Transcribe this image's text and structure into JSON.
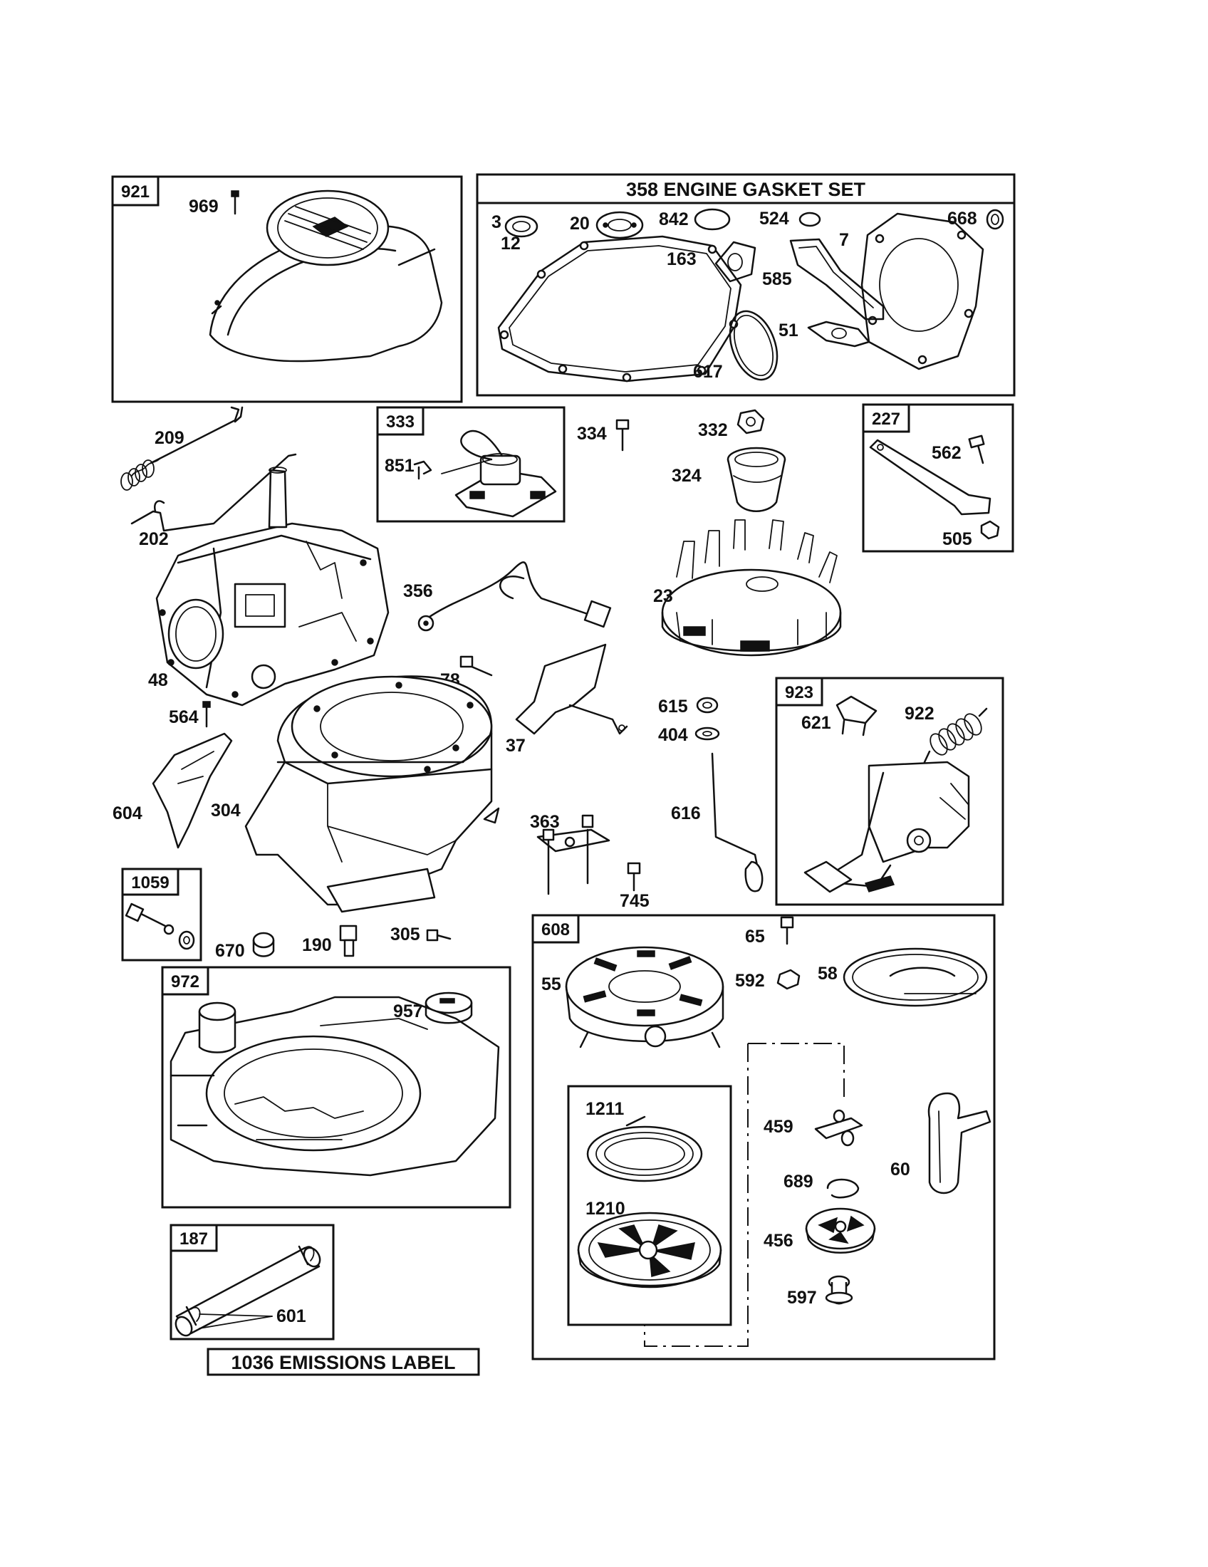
{
  "titles": {
    "gasket_set": "358 ENGINE GASKET SET",
    "emissions_label": "1036 EMISSIONS LABEL"
  },
  "group_boxes": [
    "921",
    "333",
    "227",
    "923",
    "1059",
    "972",
    "608",
    "187"
  ],
  "part_labels": [
    "969",
    "3",
    "20",
    "842",
    "524",
    "668",
    "12",
    "163",
    "7",
    "585",
    "51",
    "617",
    "209",
    "202",
    "851",
    "334",
    "332",
    "324",
    "562",
    "505",
    "356",
    "23",
    "48",
    "78",
    "564",
    "37",
    "615",
    "404",
    "621",
    "922",
    "604",
    "304",
    "363",
    "616",
    "745",
    "670",
    "190",
    "305",
    "65",
    "55",
    "592",
    "58",
    "957",
    "1211",
    "459",
    "60",
    "689",
    "1210",
    "456",
    "597",
    "601"
  ]
}
